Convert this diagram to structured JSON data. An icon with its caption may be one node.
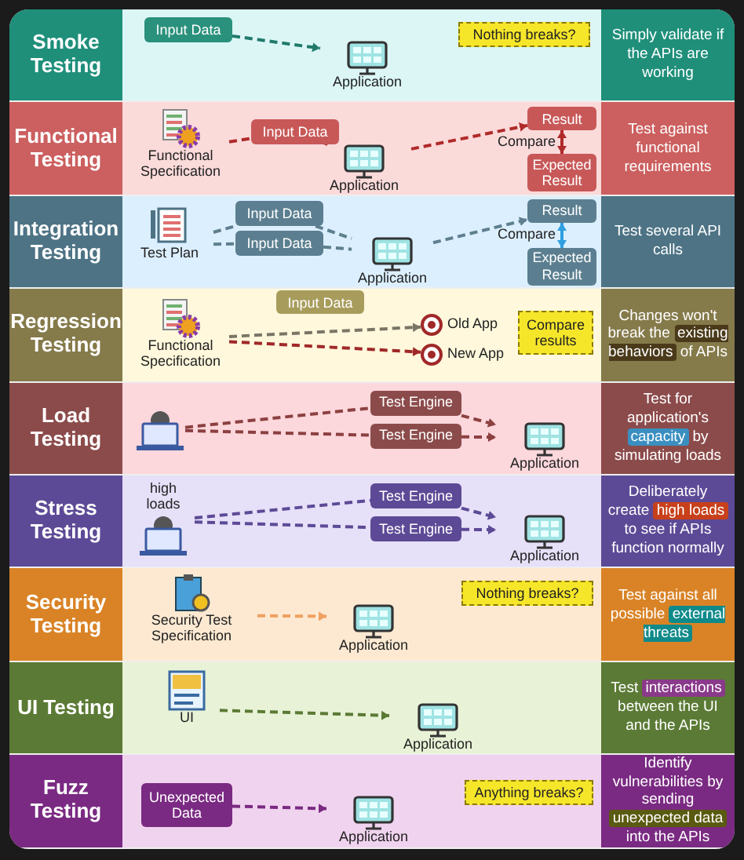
{
  "diagram": {
    "nodes": [
      {
        "text": [
          "Smoke Testing"
        ]
      },
      {
        "text": [],
        "shape": "box"
      },
      {
        "text": [
          "Simply validate if the APIs are working"
        ]
      },
      {
        "text": [
          "Input Data"
        ],
        "in": 1
      },
      {
        "text": [
          "Application"
        ],
        "in": 1
      },
      {
        "text": [
          "Nothing breaks?"
        ],
        "in": 1
      },
      {
        "text": [
          "Functional Testing"
        ]
      },
      {
        "text": [],
        "shape": "box"
      },
      {
        "text": [
          "Test against functional requirements"
        ]
      },
      {
        "text": [
          "Functional Specification"
        ],
        "in": 7
      },
      {
        "text": [
          "Input Data"
        ],
        "in": 7
      },
      {
        "text": [
          "Application"
        ],
        "in": 7
      },
      {
        "text": [
          "Result"
        ],
        "in": 7
      },
      {
        "text": [
          "Expected Result"
        ],
        "in": 7
      },
      {
        "text": [
          "Integration Testing"
        ]
      },
      {
        "text": [],
        "shape": "box"
      },
      {
        "text": [
          "Test several API calls"
        ]
      },
      {
        "text": [
          "Test Plan"
        ],
        "in": 15
      },
      {
        "text": [
          "Input Data"
        ],
        "in": 15
      },
      {
        "text": [
          "Input Data"
        ],
        "in": 15
      },
      {
        "text": [
          "Application"
        ],
        "in": 15
      },
      {
        "text": [
          "Result"
        ],
        "in": 15
      },
      {
        "text": [
          "Expected Result"
        ],
        "in": 15
      },
      {
        "text": [
          "Regression Testing"
        ]
      },
      {
        "text": [],
        "shape": "box"
      },
      {
        "text": [
          "Changes won't break the **existing behaviors** of APIs"
        ]
      },
      {
        "text": [
          "Functional Specification"
        ],
        "in": 24
      },
      {
        "text": [
          "Input Data"
        ],
        "in": 24
      },
      {
        "text": [
          "Old App"
        ],
        "in": 24
      },
      {
        "text": [
          "New App"
        ],
        "in": 24
      },
      {
        "text": [
          "Compare results"
        ],
        "in": 24
      },
      {
        "text": [
          "Load Testing"
        ]
      },
      {
        "text": [],
        "shape": "box"
      },
      {
        "text": [
          "Test for application's **capacity** by simulating loads"
        ]
      },
      {
        "text": [],
        "shape": "laptop",
        "in": 32
      },
      {
        "text": [
          "Test Engine"
        ],
        "in": 32
      },
      {
        "text": [
          "Test Engine"
        ],
        "in": 32
      },
      {
        "text": [
          "Application"
        ],
        "in": 32
      },
      {
        "text": [
          "Stress Testing"
        ]
      },
      {
        "text": [],
        "shape": "box"
      },
      {
        "text": [
          "Deliberately create **high loads** to see if APIs function normally"
        ]
      },
      {
        "text": [],
        "shape": "laptop",
        "in": 39,
        "beside": [
          "high loads"
        ]
      },
      {
        "text": [
          "Test Engine"
        ],
        "in": 39
      },
      {
        "text": [
          "Test Engine"
        ],
        "in": 39
      },
      {
        "text": [
          "Application"
        ],
        "in": 39
      },
      {
        "text": [
          "Security Testing"
        ]
      },
      {
        "text": [],
        "shape": "box"
      },
      {
        "text": [
          "Test against all possible **external threats**"
        ]
      },
      {
        "text": [
          "Security Test Specification"
        ],
        "in": 46
      },
      {
        "text": [
          "Application"
        ],
        "in": 46
      },
      {
        "text": [
          "Nothing breaks?"
        ],
        "in": 46
      },
      {
        "text": [
          "UI Testing"
        ]
      },
      {
        "text": [],
        "shape": "box"
      },
      {
        "text": [
          "Test **interactions** between the UI and the APIs"
        ]
      },
      {
        "text": [
          "UI"
        ],
        "in": 52
      },
      {
        "text": [
          "Application"
        ],
        "in": 52
      },
      {
        "text": [
          "Fuzz Testing"
        ]
      },
      {
        "text": [],
        "shape": "box"
      },
      {
        "text": [
          "Identify vulnerabilities by sending **unexpected data** into the APIs"
        ]
      },
      {
        "text": [
          "Unexpected Data"
        ],
        "in": 57
      },
      {
        "text": [
          "Application"
        ],
        "in": 57
      },
      {
        "text": [
          "Anything breaks?"
        ],
        "in": 57
      }
    ],
    "edges": [
      {
        "from": 3,
        "to": 4,
        "arrow": "to",
        "style": "dashed",
        "color": "#1f7a6a"
      },
      {
        "from": 9,
        "to": 10,
        "arrow": "none",
        "style": "dashed",
        "color": "#b02a2a"
      },
      {
        "from": 10,
        "to": 11,
        "arrow": "none",
        "style": "dashed",
        "color": "#b02a2a"
      },
      {
        "from": 11,
        "to": 12,
        "arrow": "to",
        "style": "dashed",
        "color": "#b02a2a"
      },
      {
        "from": 12,
        "to": 13,
        "arrow": "both",
        "label": "Compare",
        "color": "#b02a2a"
      },
      {
        "from": 17,
        "to": 18,
        "arrow": "none",
        "style": "dashed",
        "color": "#5f7f8f"
      },
      {
        "from": 17,
        "to": 19,
        "arrow": "none",
        "style": "dashed",
        "color": "#5f7f8f"
      },
      {
        "from": 18,
        "to": 20,
        "arrow": "none",
        "style": "dashed",
        "color": "#5f7f8f"
      },
      {
        "from": 19,
        "to": 20,
        "arrow": "none",
        "style": "dashed",
        "color": "#5f7f8f"
      },
      {
        "from": 20,
        "to": 21,
        "arrow": "to",
        "style": "dashed",
        "color": "#5f7f8f"
      },
      {
        "from": 21,
        "to": 22,
        "arrow": "both",
        "label": "Compare",
        "color": "#2f9fe0"
      },
      {
        "from": 26,
        "to": 28,
        "arrow": "to",
        "style": "dashed",
        "color": "#7a7566"
      },
      {
        "from": 26,
        "to": 29,
        "arrow": "to",
        "style": "dashed",
        "color": "#a02828"
      },
      {
        "from": 34,
        "to": 35,
        "arrow": "none",
        "style": "dashed",
        "color": "#8c4040"
      },
      {
        "from": 34,
        "to": 36,
        "arrow": "none",
        "style": "dashed",
        "color": "#8c4040"
      },
      {
        "from": 35,
        "to": 37,
        "arrow": "to",
        "style": "dashed",
        "color": "#8c4040"
      },
      {
        "from": 36,
        "to": 37,
        "arrow": "to",
        "style": "dashed",
        "color": "#8c4040"
      },
      {
        "from": 41,
        "to": 42,
        "arrow": "none",
        "style": "dashed",
        "color": "#5d4a96"
      },
      {
        "from": 41,
        "to": 43,
        "arrow": "none",
        "style": "dashed",
        "color": "#5d4a96"
      },
      {
        "from": 42,
        "to": 44,
        "arrow": "to",
        "style": "dashed",
        "color": "#5d4a96"
      },
      {
        "from": 43,
        "to": 44,
        "arrow": "to",
        "style": "dashed",
        "color": "#5d4a96"
      },
      {
        "from": 48,
        "to": 49,
        "arrow": "to",
        "style": "dashed",
        "color": "#f0a060"
      },
      {
        "from": 54,
        "to": 55,
        "arrow": "to",
        "style": "dashed",
        "color": "#5b7a35"
      },
      {
        "from": 59,
        "to": 60,
        "arrow": "to",
        "style": "dashed",
        "color": "#7a2a82"
      }
    ]
  }
}
